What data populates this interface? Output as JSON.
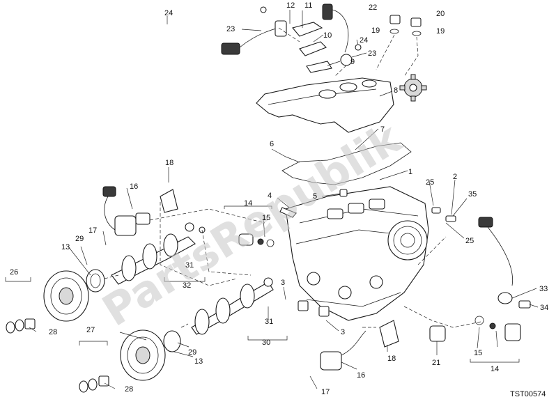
{
  "watermark": "PartsRepublik",
  "footer_code": "TST00574",
  "labels": {
    "l1": "1",
    "l2": "2",
    "l3a": "3",
    "l3b": "3",
    "l4": "4",
    "l5": "5",
    "l6": "6",
    "l7": "7",
    "l8": "8",
    "l9": "9",
    "l10": "10",
    "l11": "11",
    "l12": "12",
    "l13a": "13",
    "l13b": "13",
    "l14a": "14",
    "l14b": "14",
    "l15a": "15",
    "l15b": "15",
    "l16a": "16",
    "l16b": "16",
    "l17a": "17",
    "l17b": "17",
    "l18a": "18",
    "l18b": "18",
    "l19a": "19",
    "l19b": "19",
    "l20": "20",
    "l21": "21",
    "l22": "22",
    "l23a": "23",
    "l23b": "23",
    "l24a": "24",
    "l24b": "24",
    "l25a": "25",
    "l25b": "25",
    "l26": "26",
    "l27": "27",
    "l28a": "28",
    "l28b": "28",
    "l29a": "29",
    "l29b": "29",
    "l30": "30",
    "l31a": "31",
    "l31b": "31",
    "l32": "32",
    "l33": "33",
    "l34": "34",
    "l35": "35"
  },
  "icons": {
    "gear": "gear-icon"
  }
}
